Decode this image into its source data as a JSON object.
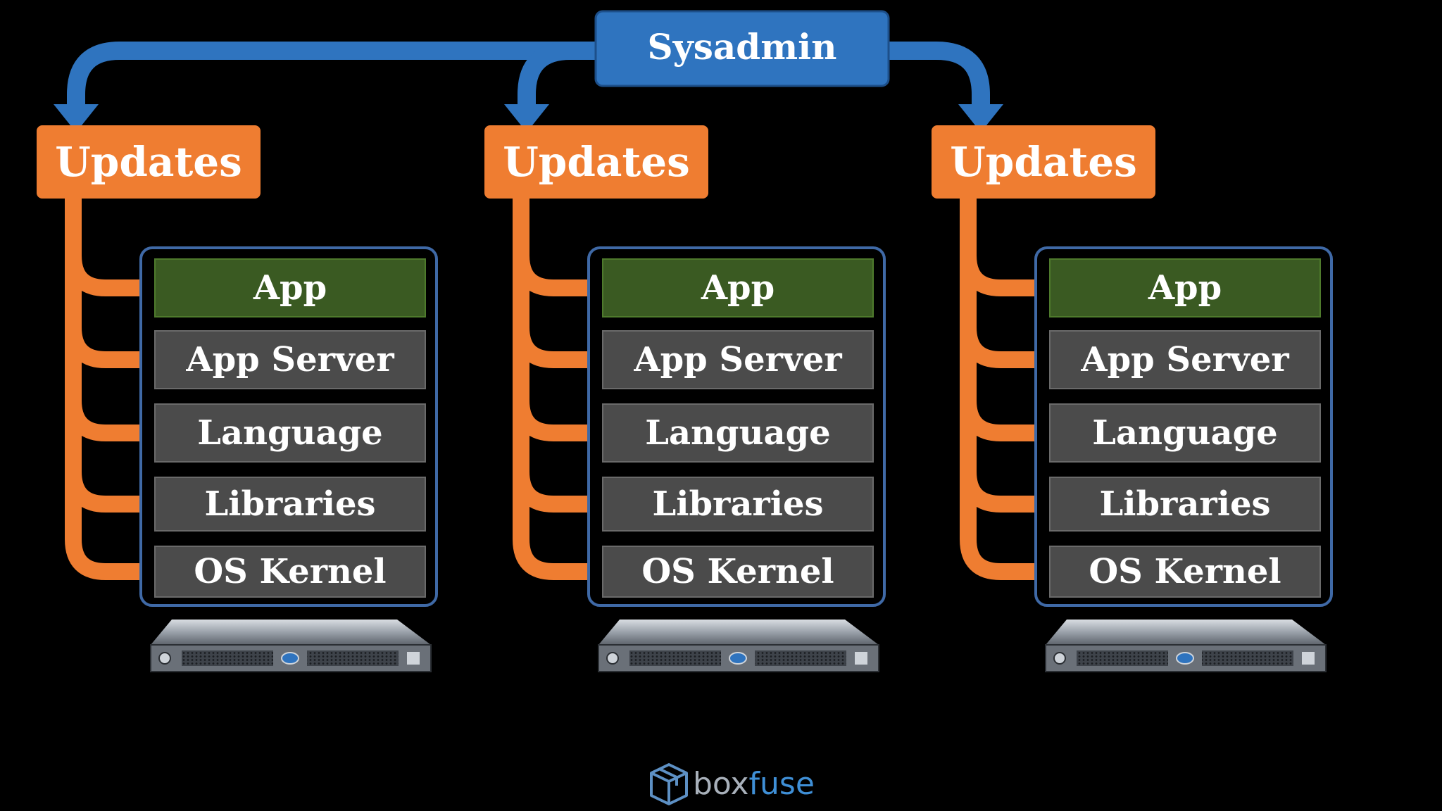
{
  "sysadmin": {
    "label": "Sysadmin"
  },
  "stacks": [
    {
      "updates_label": "Updates",
      "layers": [
        "App",
        "App Server",
        "Language",
        "Libraries",
        "OS Kernel"
      ]
    },
    {
      "updates_label": "Updates",
      "layers": [
        "App",
        "App Server",
        "Language",
        "Libraries",
        "OS Kernel"
      ]
    },
    {
      "updates_label": "Updates",
      "layers": [
        "App",
        "App Server",
        "Language",
        "Libraries",
        "OS Kernel"
      ]
    }
  ],
  "brand": {
    "part1": "box",
    "part2": "fuse",
    "icon": "cube-icon"
  },
  "colors": {
    "background": "#000000",
    "sysadmin_blue": "#2f74bf",
    "updates_orange": "#ef7d31",
    "app_green": "#3a5a22",
    "layer_gray": "#4b4b4b",
    "frame_blue": "#3f69a6",
    "brand_box": "#a8b0ba",
    "brand_fuse": "#3f8fd6"
  }
}
